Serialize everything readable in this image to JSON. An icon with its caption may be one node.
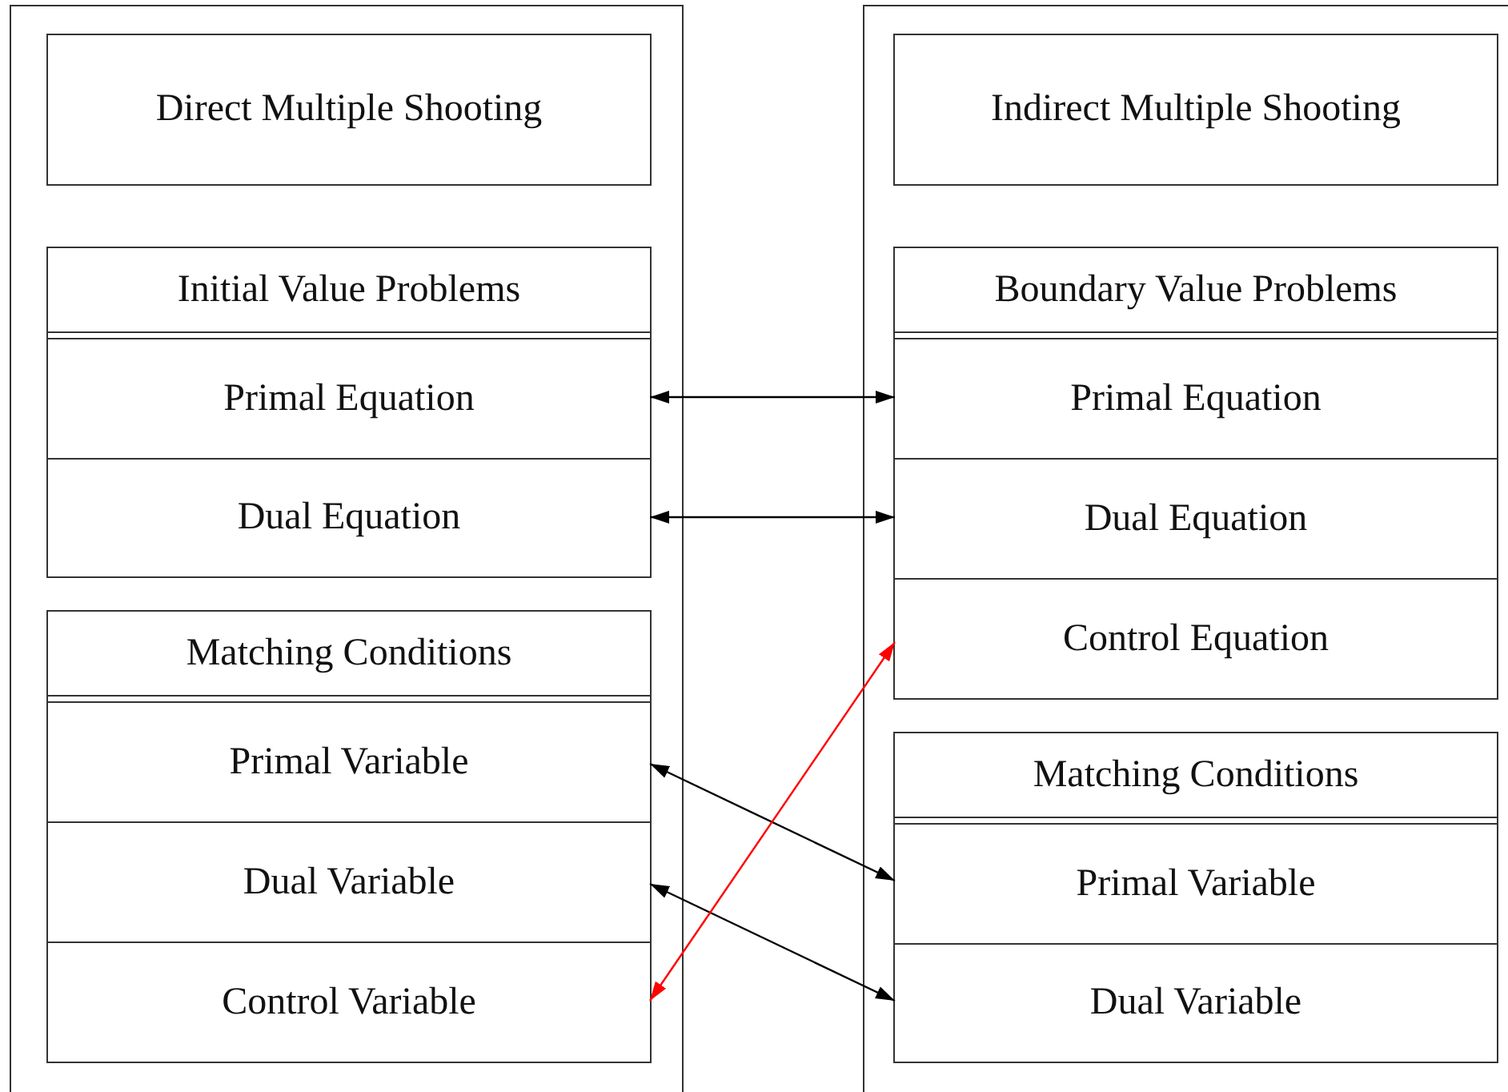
{
  "diagram": {
    "nodes": [
      {
        "text": [],
        "shape": "box"
      },
      {
        "text": [
          "Direct Multiple Shooting"
        ],
        "in": 0
      },
      {
        "text": [
          "Initial Value Problems"
        ],
        "in": 0
      },
      {
        "text": [
          "Primal Equation"
        ],
        "in": 2
      },
      {
        "text": [
          "Dual Equation"
        ],
        "in": 2
      },
      {
        "text": [
          "Matching Conditions"
        ],
        "in": 0
      },
      {
        "text": [
          "Primal Variable"
        ],
        "in": 5
      },
      {
        "text": [
          "Dual Variable"
        ],
        "in": 5
      },
      {
        "text": [
          "Control Variable"
        ],
        "in": 5
      },
      {
        "text": [],
        "shape": "box"
      },
      {
        "text": [
          "Indirect Multiple Shooting"
        ],
        "in": 9
      },
      {
        "text": [
          "Boundary Value Problems"
        ],
        "in": 9
      },
      {
        "text": [
          "Primal Equation"
        ],
        "in": 11
      },
      {
        "text": [
          "Dual Equation"
        ],
        "in": 11
      },
      {
        "text": [
          "Control Equation"
        ],
        "in": 11
      },
      {
        "text": [
          "Matching Conditions"
        ],
        "in": 9
      },
      {
        "text": [
          "Primal Variable"
        ],
        "in": 15
      },
      {
        "text": [
          "Dual Variable"
        ],
        "in": 15
      }
    ],
    "edges": [
      {
        "from": 3,
        "to": 12,
        "arrow": "both"
      },
      {
        "from": 4,
        "to": 13,
        "arrow": "both"
      },
      {
        "from": 6,
        "to": 16,
        "arrow": "both"
      },
      {
        "from": 7,
        "to": 17,
        "arrow": "both"
      },
      {
        "from": 8,
        "to": 14,
        "arrow": "both",
        "color": "#ff0000"
      }
    ]
  }
}
